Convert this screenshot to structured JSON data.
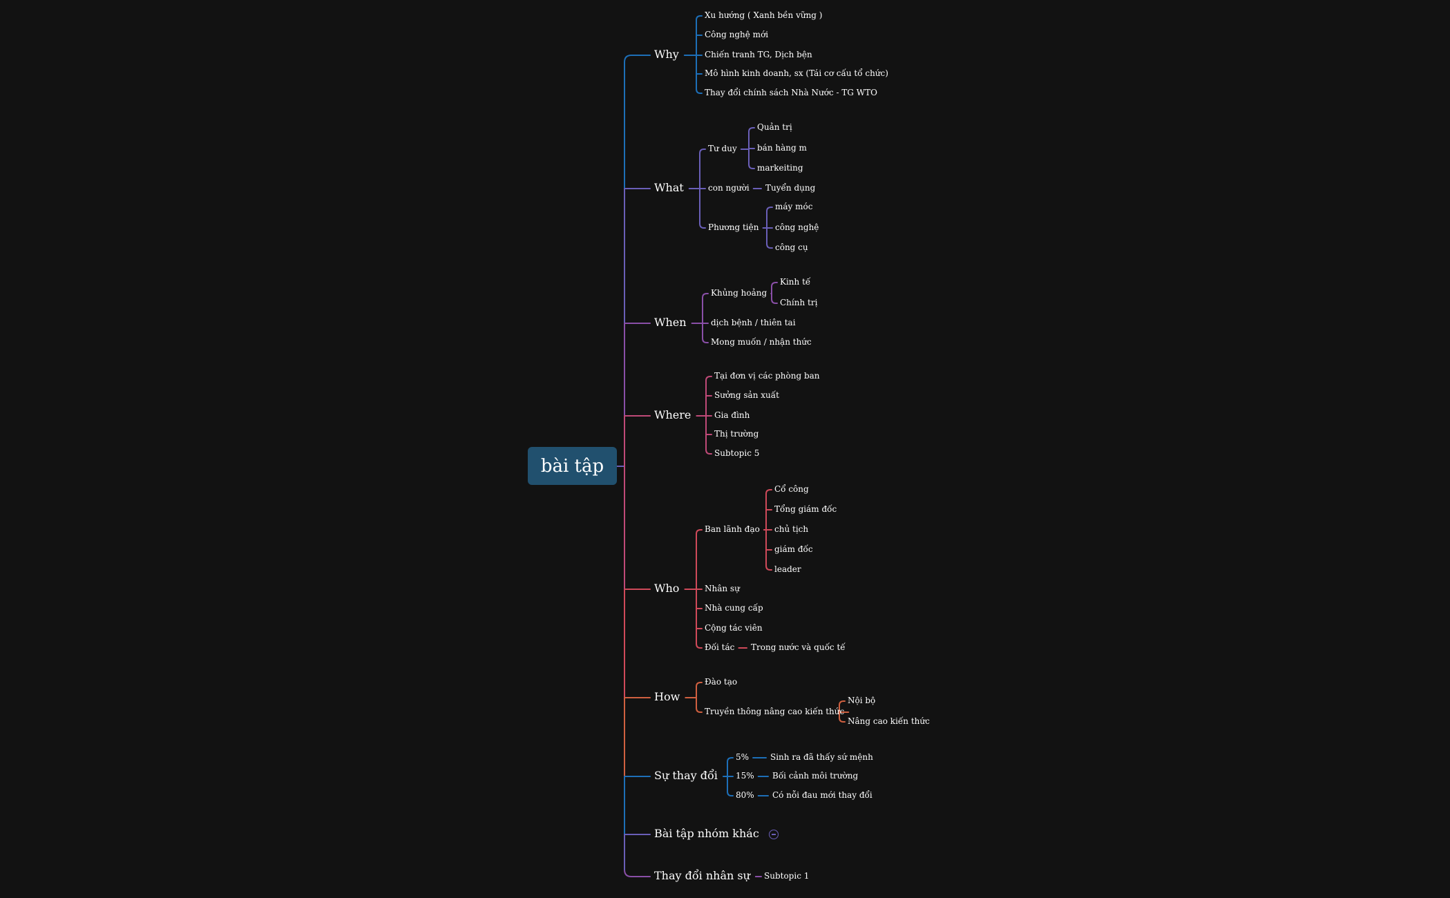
{
  "root": "bài tập",
  "branches": [
    {
      "label": "Why",
      "children": [
        "Xu hướng ( Xanh bền vững )",
        "Công nghệ mới",
        "Chiến tranh TG, Dịch bện",
        "Mô hình kinh doanh, sx (Tái cơ cấu tổ chức)",
        "Thay đổi chính sách Nhà Nước - TG WTO"
      ]
    },
    {
      "label": "What",
      "children": [
        {
          "label": "Tư duy",
          "children": [
            "Quản trị",
            "bán hàng m",
            "markeiting"
          ]
        },
        {
          "label": "con người",
          "children": [
            "Tuyển dụng"
          ]
        },
        {
          "label": "Phương tiện",
          "children": [
            "máy móc",
            "công nghệ",
            "công cụ"
          ]
        }
      ]
    },
    {
      "label": "When",
      "children": [
        {
          "label": "Khủng hoảng",
          "children": [
            "Kinh tế",
            "Chính trị"
          ]
        },
        "dịch bệnh  / thiên tai",
        "Mong muốn / nhận thức"
      ]
    },
    {
      "label": "Where",
      "children": [
        "Tại đơn vị các phòng ban",
        "Sưởng sản xuất",
        "Gia đình",
        "Thị trường",
        "Subtopic 5"
      ]
    },
    {
      "label": "Who",
      "children": [
        {
          "label": "Ban lãnh đạo",
          "children": [
            "Cổ công",
            "Tổng giám đốc",
            "chủ tịch",
            "giám đốc",
            "leader"
          ]
        },
        "Nhân sự",
        "Nhà cung cấp",
        "Cộng tác viên",
        {
          "label": "Đối tác",
          "children": [
            "Trong nước và quốc tế"
          ]
        }
      ]
    },
    {
      "label": "How",
      "children": [
        "Đào tạo",
        {
          "label": "Truyền thông nâng cao kiến thức",
          "children": [
            "Nội bộ",
            "Nâng cao kiến thức"
          ]
        }
      ]
    },
    {
      "label": "Sự thay đổi",
      "children": [
        {
          "label": "5%",
          "children": [
            "Sinh ra đã thấy sứ mệnh"
          ]
        },
        {
          "label": "15%",
          "children": [
            "Bối cảnh môi trường"
          ]
        },
        {
          "label": "80%",
          "children": [
            "Có nỗi đau mới thay đổi"
          ]
        }
      ]
    },
    {
      "label": "Bài tập nhóm khác",
      "children": []
    },
    {
      "label": "Thay đổi nhân sự",
      "children": [
        "Subtopic 1"
      ]
    }
  ],
  "colors": {
    "background": "#121212",
    "root_fill": "#21506e",
    "why": "#1d6fb8",
    "what": "#6a5fb8",
    "when": "#8a4fa8",
    "where": "#c04a78",
    "who": "#d04a5a",
    "how": "#d06040",
    "change": "#1d6fb8",
    "group": "#6a5fb8",
    "staff": "#8a4fa8"
  },
  "icons": {
    "collapsed_marker": "collapse-icon"
  }
}
